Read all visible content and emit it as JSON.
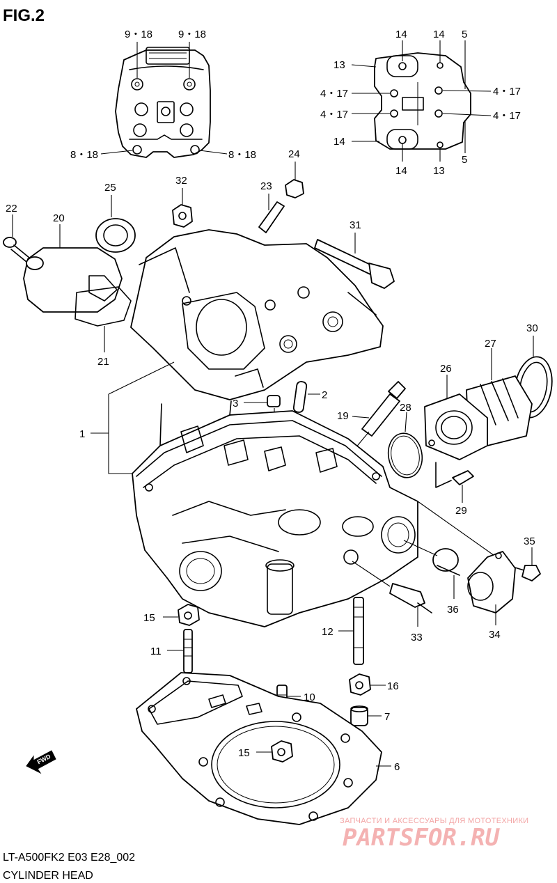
{
  "figure_label": "FIG.2",
  "model_code": "LT-A500FK2 E03 E28_002",
  "section_title": "CYLINDER HEAD",
  "direction_label": "FWD",
  "watermark": {
    "tagline": "ЗАПЧАСТИ И АКСЕССУАРЫ ДЛЯ МОТОТЕХНИКИ",
    "brand": "PARTSFOR.RU",
    "color": "#f4b2b2"
  },
  "callouts": {
    "top_left": [
      "9・18",
      "9・18",
      "8・18",
      "8・18"
    ],
    "top_right": [
      "14",
      "14",
      "5",
      "13",
      "4・17",
      "4・17",
      "4・17",
      "4・17",
      "14",
      "14",
      "13",
      "5"
    ],
    "main": [
      "22",
      "20",
      "25",
      "32",
      "24",
      "23",
      "31",
      "21",
      "30",
      "27",
      "26",
      "3",
      "2",
      "19",
      "28",
      "1",
      "29",
      "35",
      "36",
      "34",
      "33",
      "15",
      "12",
      "11",
      "16",
      "10",
      "7",
      "15",
      "6"
    ]
  }
}
